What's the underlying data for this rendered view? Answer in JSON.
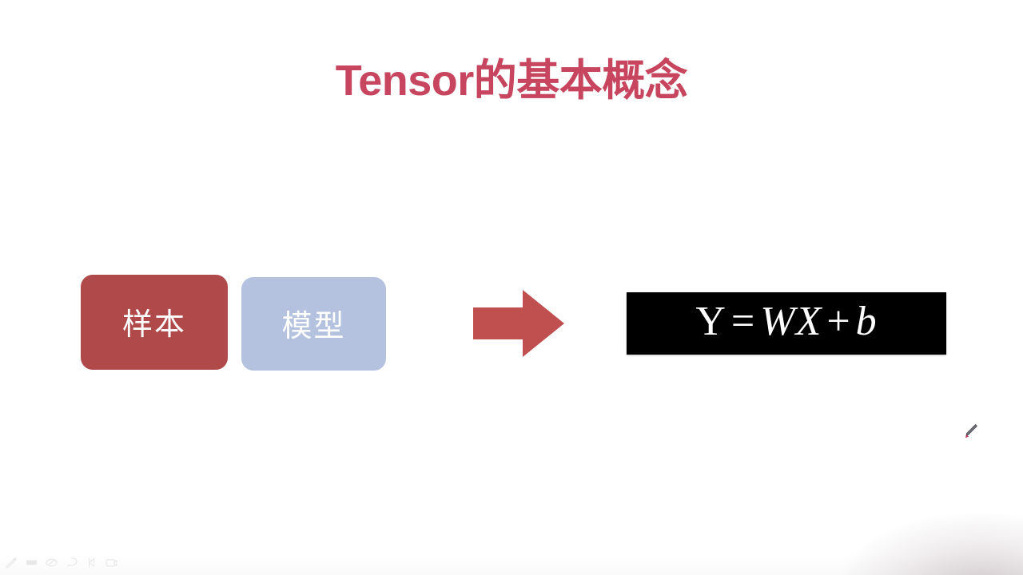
{
  "slide": {
    "title": "Tensor的基本概念",
    "title_color": "#c7455e",
    "background_color": "#ffffff"
  },
  "diagram": {
    "boxes": [
      {
        "label": "样本",
        "name": "sample",
        "fill_color": "#b04a4a",
        "text_color": "#ffffff"
      },
      {
        "label": "模型",
        "name": "model",
        "fill_color": "#b4c2e0",
        "text_color": "#ffffff"
      }
    ],
    "arrow": {
      "direction": "right",
      "color": "#c04f4f"
    },
    "formula": {
      "lhs": "Y",
      "equals": "=",
      "weight": "W",
      "input": "X",
      "plus": "+",
      "bias": "b",
      "full_text": "Y = WX + b",
      "background_color": "#000000",
      "text_color": "#ffffff"
    }
  },
  "toolbar": {
    "items": [
      {
        "name": "pen-icon",
        "label": "Pen"
      },
      {
        "name": "highlighter-icon",
        "label": "Highlighter"
      },
      {
        "name": "eraser-icon",
        "label": "Eraser"
      },
      {
        "name": "lasso-icon",
        "label": "Lasso"
      },
      {
        "name": "pointer-icon",
        "label": "Pointer"
      },
      {
        "name": "camera-icon",
        "label": "Screenshot"
      }
    ]
  },
  "cursor": {
    "type": "pen-cursor",
    "tip_color": "#c0365a"
  }
}
